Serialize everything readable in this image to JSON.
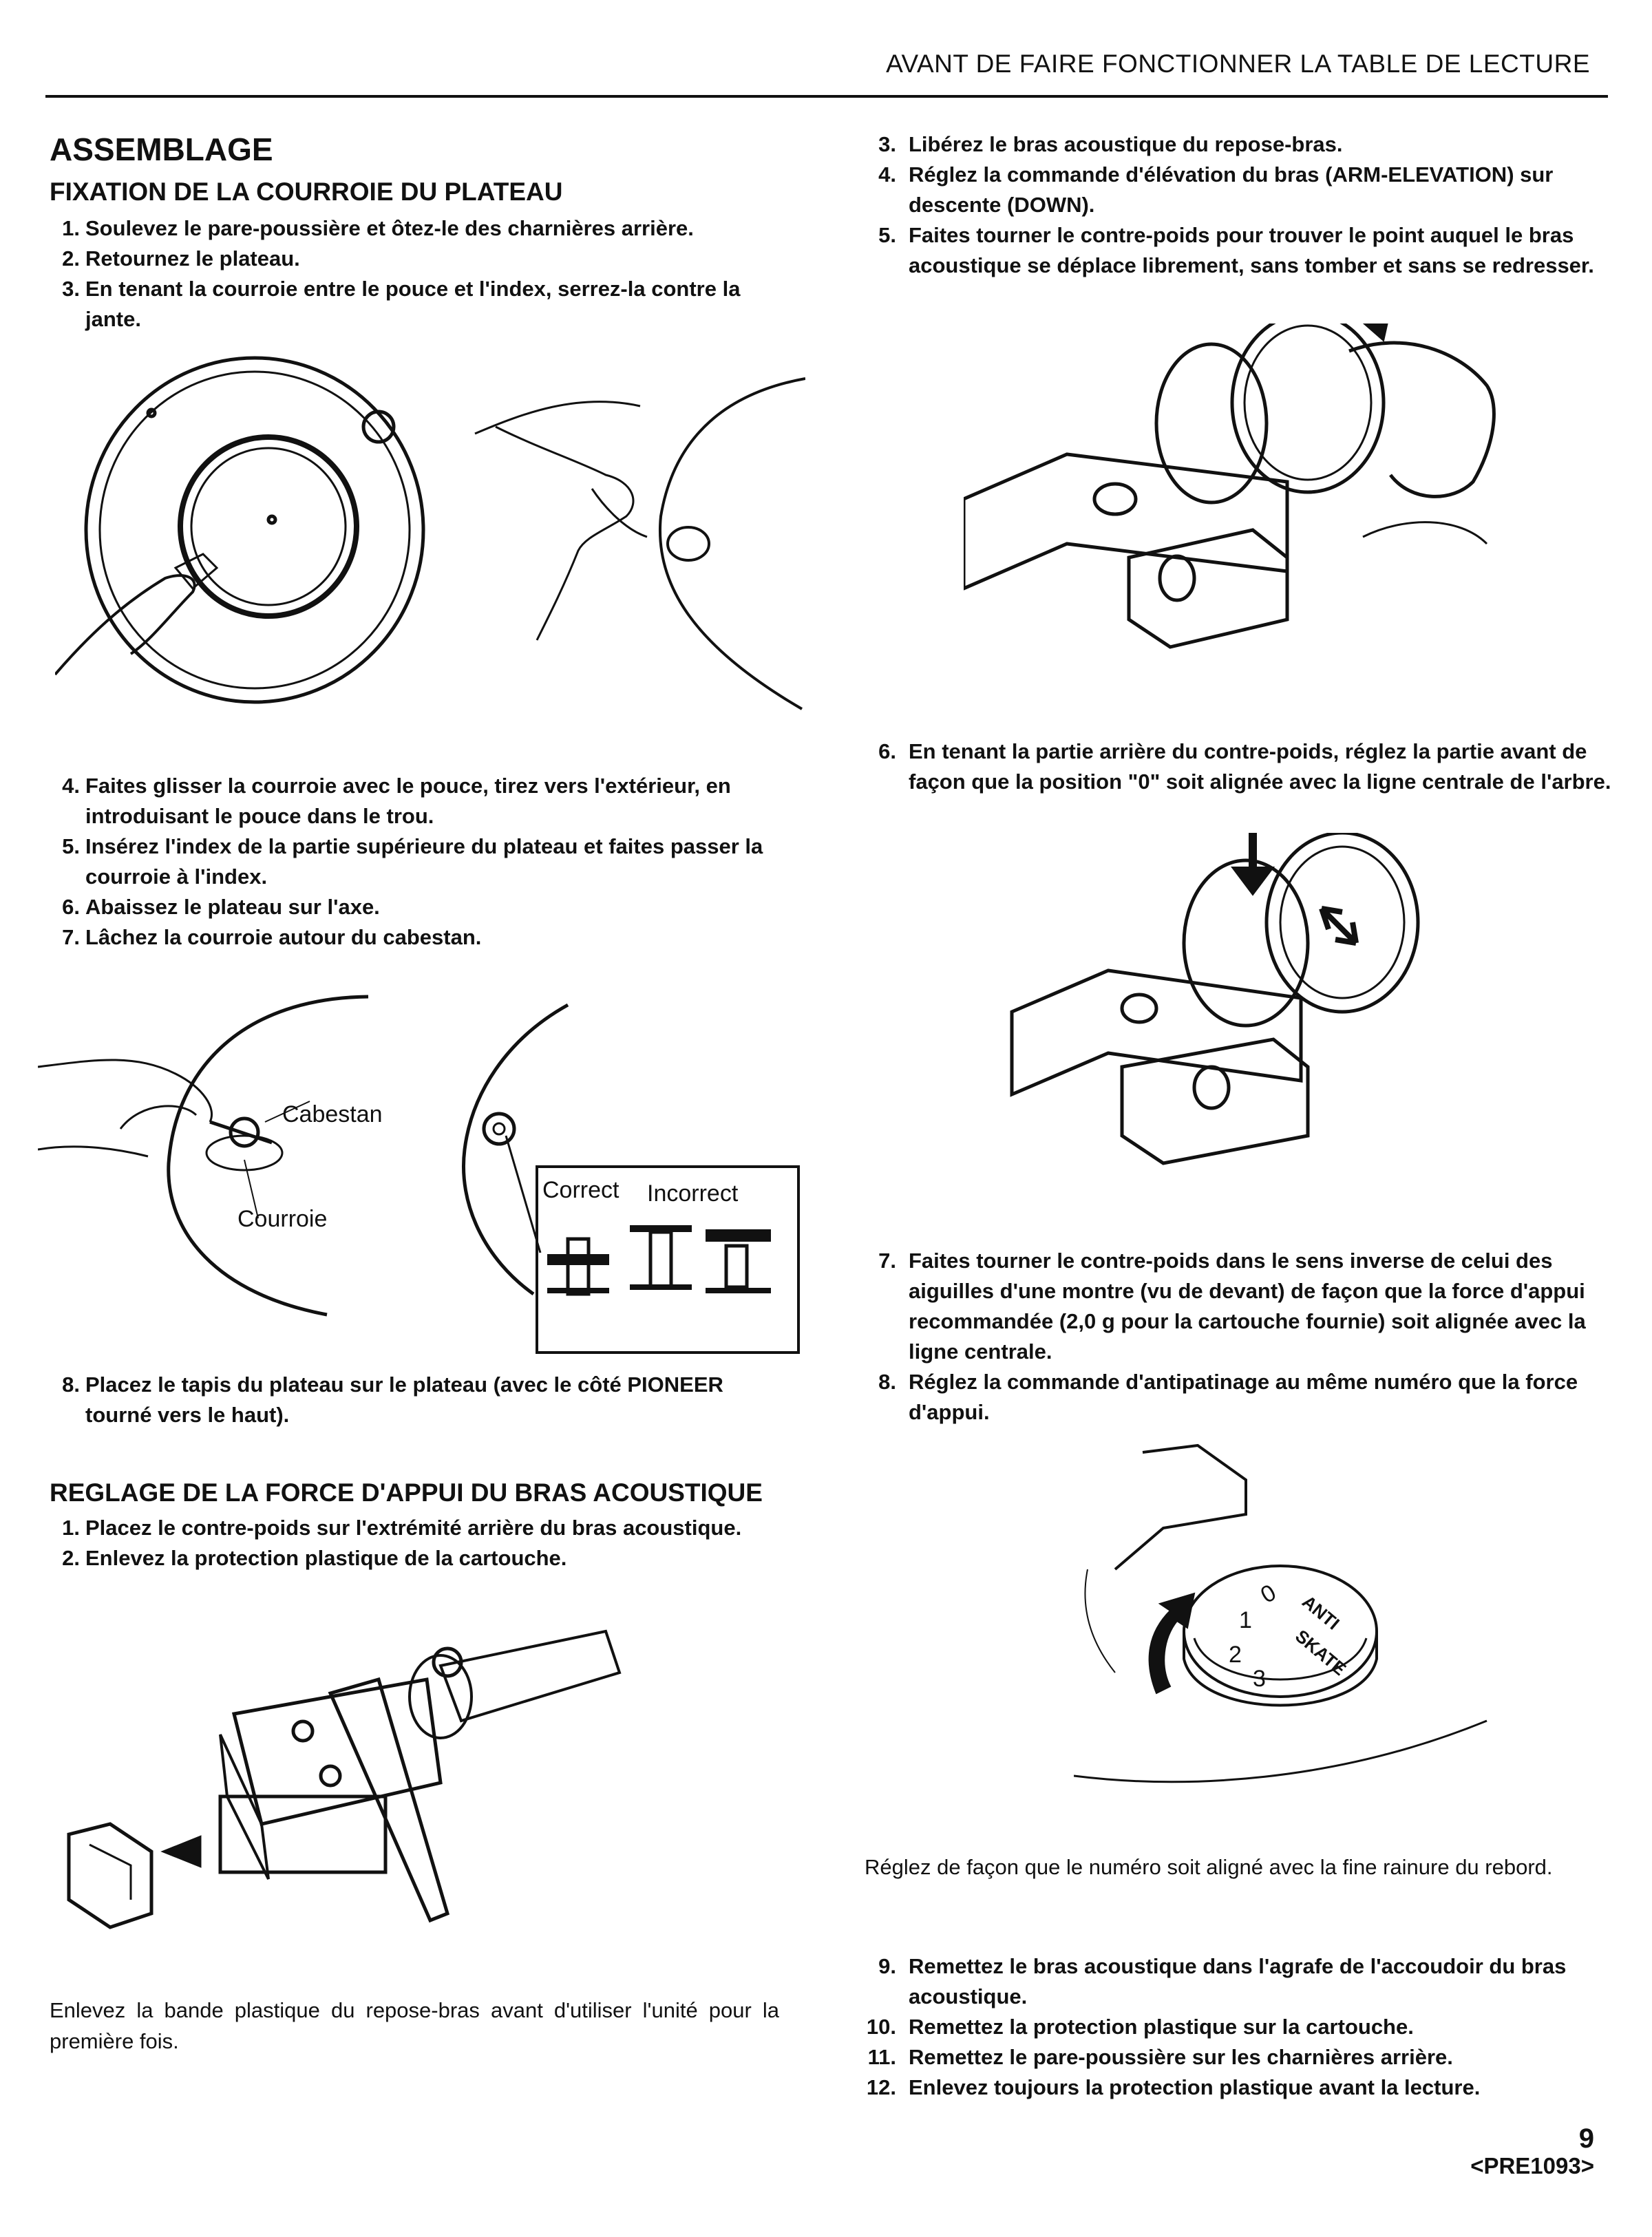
{
  "header": {
    "title": "AVANT DE FAIRE FONCTIONNER LA TABLE DE LECTURE"
  },
  "assembly": {
    "title": "ASSEMBLAGE",
    "subtitle": "FIXATION DE LA COURROIE DU PLATEAU",
    "steps_a": [
      {
        "n": "1.",
        "text": "Soulevez le pare-poussière et ôtez-le des charnières arrière."
      },
      {
        "n": "2.",
        "text": "Retournez le plateau."
      },
      {
        "n": "3.",
        "text": "En tenant la courroie entre le pouce et l'index, serrez-la contre la jante."
      }
    ],
    "steps_b": [
      {
        "n": "4.",
        "text": "Faites glisser la courroie avec le pouce, tirez vers l'extérieur, en introduisant le pouce dans le trou."
      },
      {
        "n": "5.",
        "text": "Insérez l'index de la partie supérieure du plateau et faites passer la courroie à l'index."
      },
      {
        "n": "6.",
        "text": "Abaissez le plateau sur l'axe."
      },
      {
        "n": "7.",
        "text": "Lâchez la courroie autour du cabestan."
      }
    ],
    "figure_labels": {
      "cabestan": "Cabestan",
      "courroie": "Courroie",
      "correct": "Correct",
      "incorrect": "Incorrect"
    },
    "steps_c": [
      {
        "n": "8.",
        "text": "Placez le tapis du plateau sur le plateau (avec le côté PIONEER tourné vers le haut)."
      }
    ]
  },
  "tracking": {
    "title": "REGLAGE DE LA FORCE D'APPUI DU BRAS ACOUSTIQUE",
    "steps_a": [
      {
        "n": "1.",
        "text": "Placez le contre-poids sur l'extrémité arrière du bras acoustique."
      },
      {
        "n": "2.",
        "text": "Enlevez la protection plastique de la cartouche."
      }
    ],
    "note": "Enlevez la bande plastique du repose-bras avant d'utiliser l'unité pour la première fois."
  },
  "right": {
    "steps_a": [
      {
        "n": "3.",
        "text": "Libérez le bras acoustique du repose-bras."
      },
      {
        "n": "4.",
        "text": "Réglez la commande d'élévation du bras (ARM-ELEVATION) sur descente (DOWN)."
      },
      {
        "n": "5.",
        "text": "Faites tourner le contre-poids pour trouver le point auquel le bras acoustique se déplace librement, sans tomber et sans se redresser."
      }
    ],
    "steps_b": [
      {
        "n": "6.",
        "text": "En tenant la partie arrière du contre-poids, réglez la partie avant de façon que la position \"0\" soit alignée avec la ligne centrale de l'arbre."
      }
    ],
    "steps_c": [
      {
        "n": "7.",
        "text": "Faites tourner le contre-poids dans le sens inverse de celui des aiguilles d'une montre (vu de devant) de façon que la force d'appui recommandée (2,0 g pour la cartouche fournie) soit alignée avec la ligne centrale."
      },
      {
        "n": "8.",
        "text": "Réglez la commande d'antipatinage au même numéro que la force d'appui."
      }
    ],
    "dial_labels": {
      "anti": "ANTI",
      "skate": "SKATE",
      "d0": "0",
      "d1": "1",
      "d2": "2",
      "d3": "3"
    },
    "note": "Réglez de façon que le numéro soit aligné avec la fine rainure du rebord.",
    "steps_d": [
      {
        "n": "9.",
        "text": "Remettez le bras acoustique dans l'agrafe de l'accoudoir du bras acoustique."
      },
      {
        "n": "10.",
        "text": "Remettez la protection plastique sur la cartouche."
      },
      {
        "n": "11.",
        "text": "Remettez le pare-poussière sur les charnières arrière."
      },
      {
        "n": "12.",
        "text": "Enlevez toujours la protection plastique avant la lecture."
      }
    ]
  },
  "footer": {
    "page": "9",
    "code": "<PRE1093>"
  }
}
